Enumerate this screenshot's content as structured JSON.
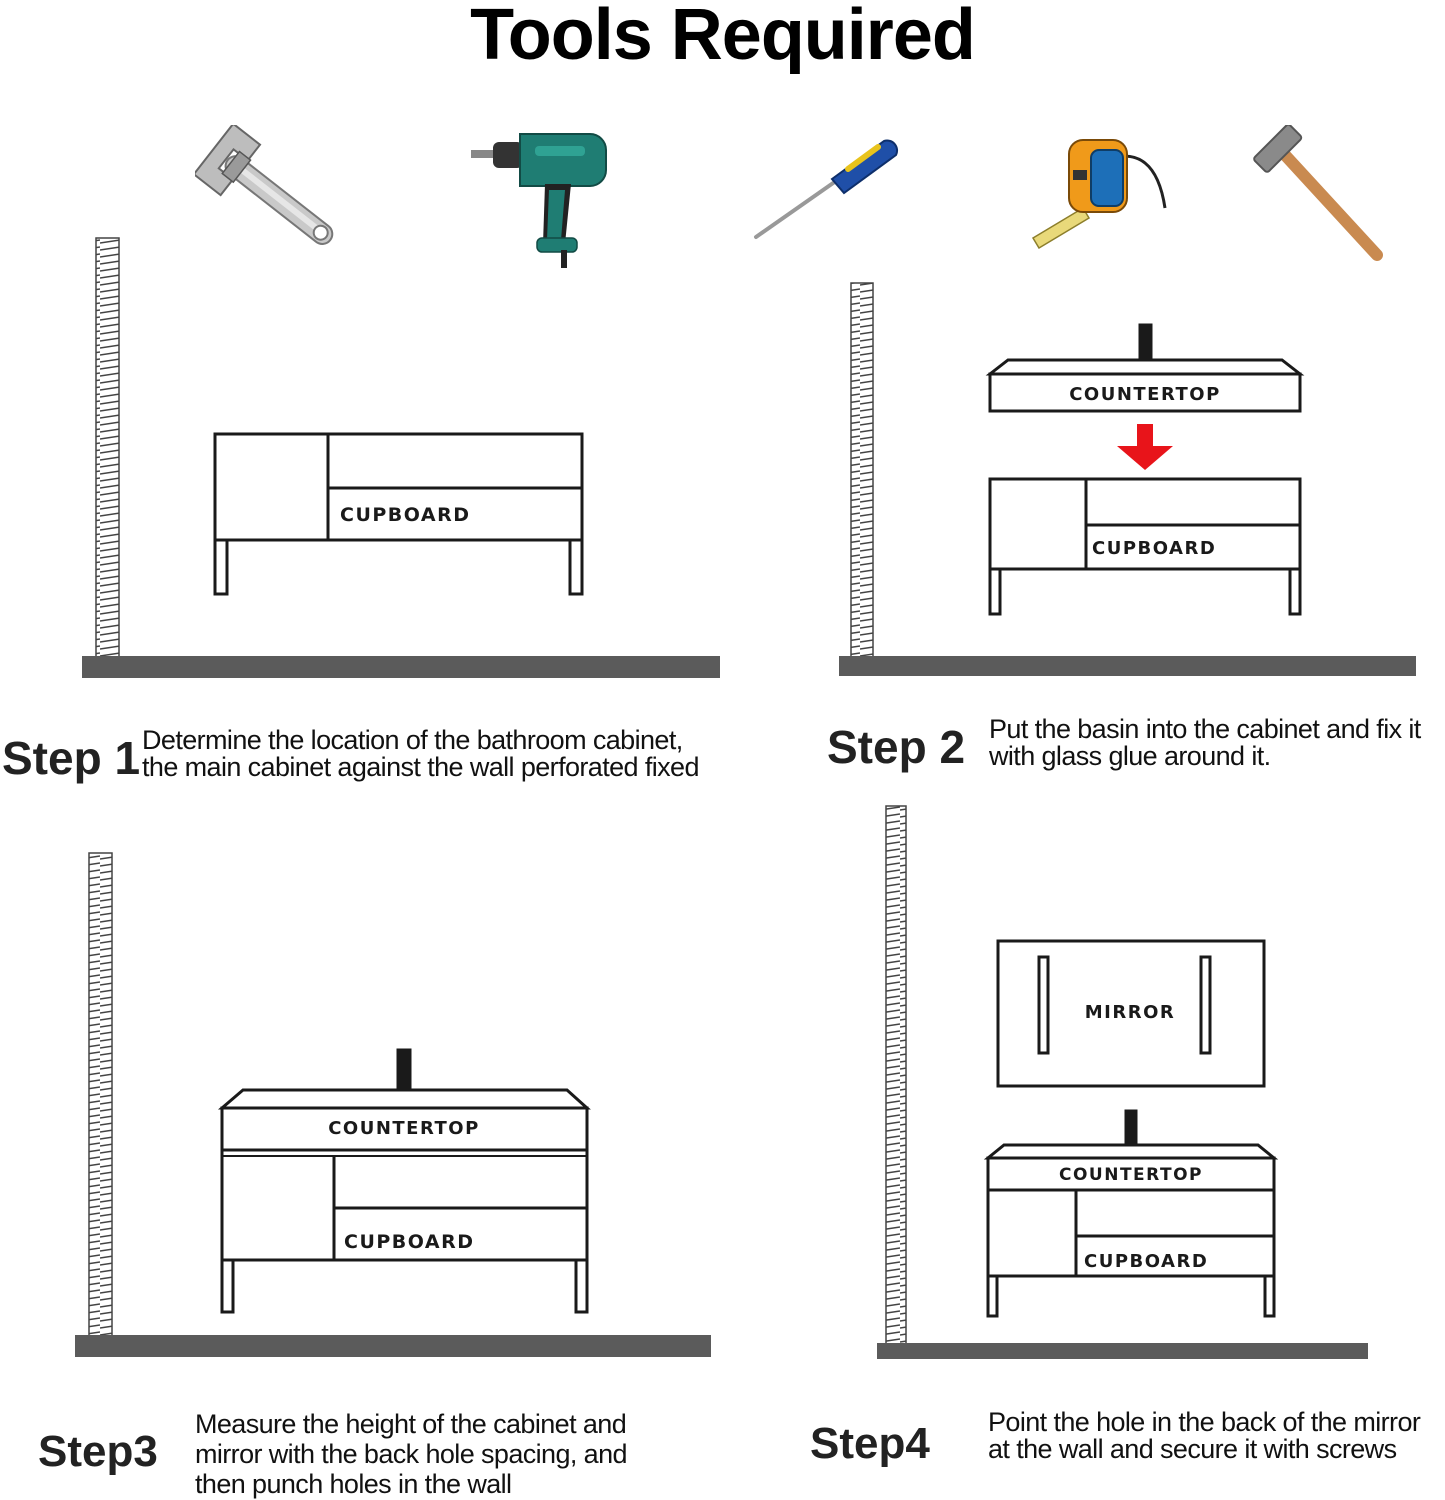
{
  "title": "Tools Required",
  "tools": [
    {
      "name": "wrench-icon"
    },
    {
      "name": "impact-drill-icon"
    },
    {
      "name": "screwdriver-icon"
    },
    {
      "name": "tape-measure-icon"
    },
    {
      "name": "hammer-icon"
    }
  ],
  "labels": {
    "cupboard": "CUPBOARD",
    "countertop": "COUNTERTOP",
    "mirror": "MIRROR"
  },
  "steps": [
    {
      "label": "Step 1",
      "lines": [
        "Determine the location of the bathroom cabinet,",
        "the main cabinet against the wall perforated fixed"
      ]
    },
    {
      "label": "Step 2",
      "lines": [
        "Put the basin into the cabinet and fix it",
        "with glass glue around it."
      ]
    },
    {
      "label": "Step3",
      "lines": [
        "Measure the height of the cabinet and",
        "mirror with the back hole spacing, and",
        "then punch holes in the wall"
      ]
    },
    {
      "label": "Step4",
      "lines": [
        "Point the hole in the back of the mirror",
        "at the wall and secure it with screws"
      ]
    }
  ],
  "colors": {
    "floor": "#5b5b5b",
    "arrow": "#e8141a",
    "line": "#1a1a1a",
    "drill_body": "#1f7d73"
  }
}
